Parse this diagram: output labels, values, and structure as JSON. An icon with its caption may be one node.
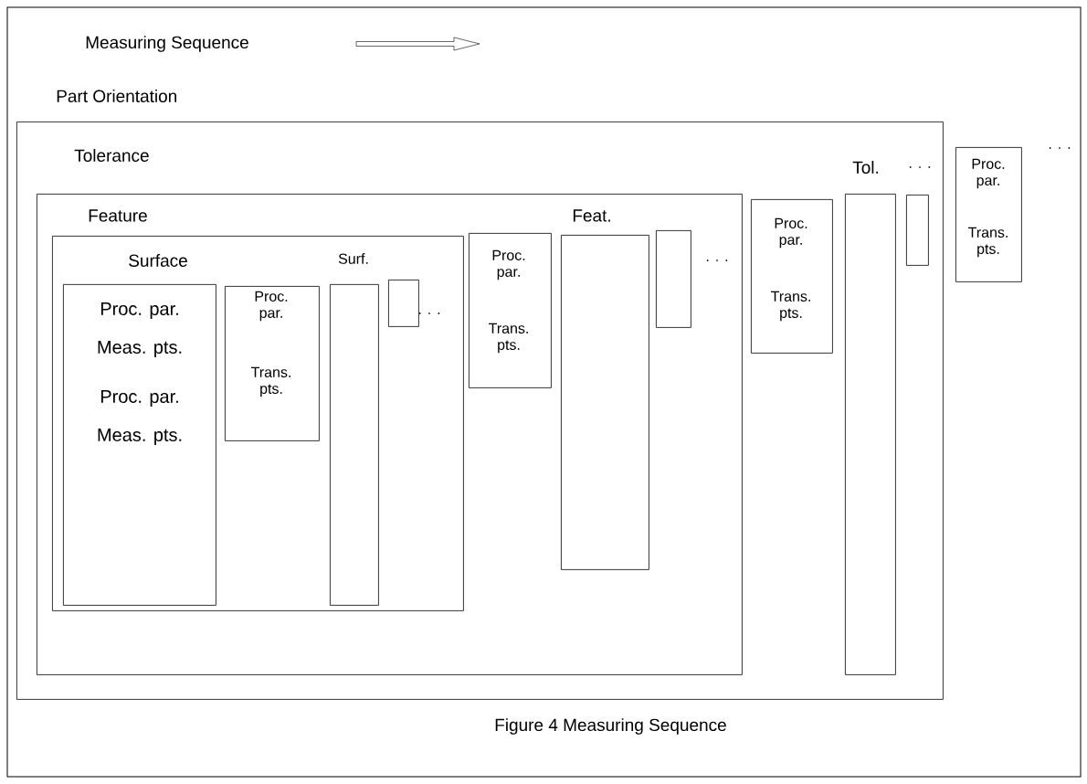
{
  "diagram": {
    "caption": "Figure 4 Measuring Sequence",
    "nodes": [
      {
        "text": [
          "Part Orientation"
        ]
      },
      {
        "text": [
          "Tolerance"
        ],
        "in": 0
      },
      {
        "text": [
          "Feature"
        ],
        "in": 1
      },
      {
        "text": [
          "Surface",
          "Proc. par.",
          "Meas. pts.",
          "Proc. par.",
          "Meas. pts."
        ],
        "in": 2
      },
      {
        "text": [
          "Proc. par.",
          "Trans. pts."
        ],
        "in": 2
      },
      {
        "text": [
          "Surf."
        ],
        "in": 2
      },
      {
        "text": [],
        "shape": "box",
        "in": 2
      },
      {
        "text": [
          "Proc. par.",
          "Trans. pts."
        ],
        "in": 1
      },
      {
        "text": [
          "Feat."
        ],
        "in": 1
      },
      {
        "text": [],
        "shape": "box",
        "in": 1
      },
      {
        "text": [
          "Proc. par.",
          "Trans. pts."
        ],
        "in": 0
      },
      {
        "text": [
          "Tol."
        ],
        "in": 0
      },
      {
        "text": [],
        "shape": "box",
        "in": 0
      },
      {
        "text": [
          "Proc. par.",
          "Trans. pts."
        ]
      }
    ],
    "labels": [
      "Measuring Sequence",
      ". . .",
      ". . .",
      ". . .",
      ". . ."
    ]
  }
}
